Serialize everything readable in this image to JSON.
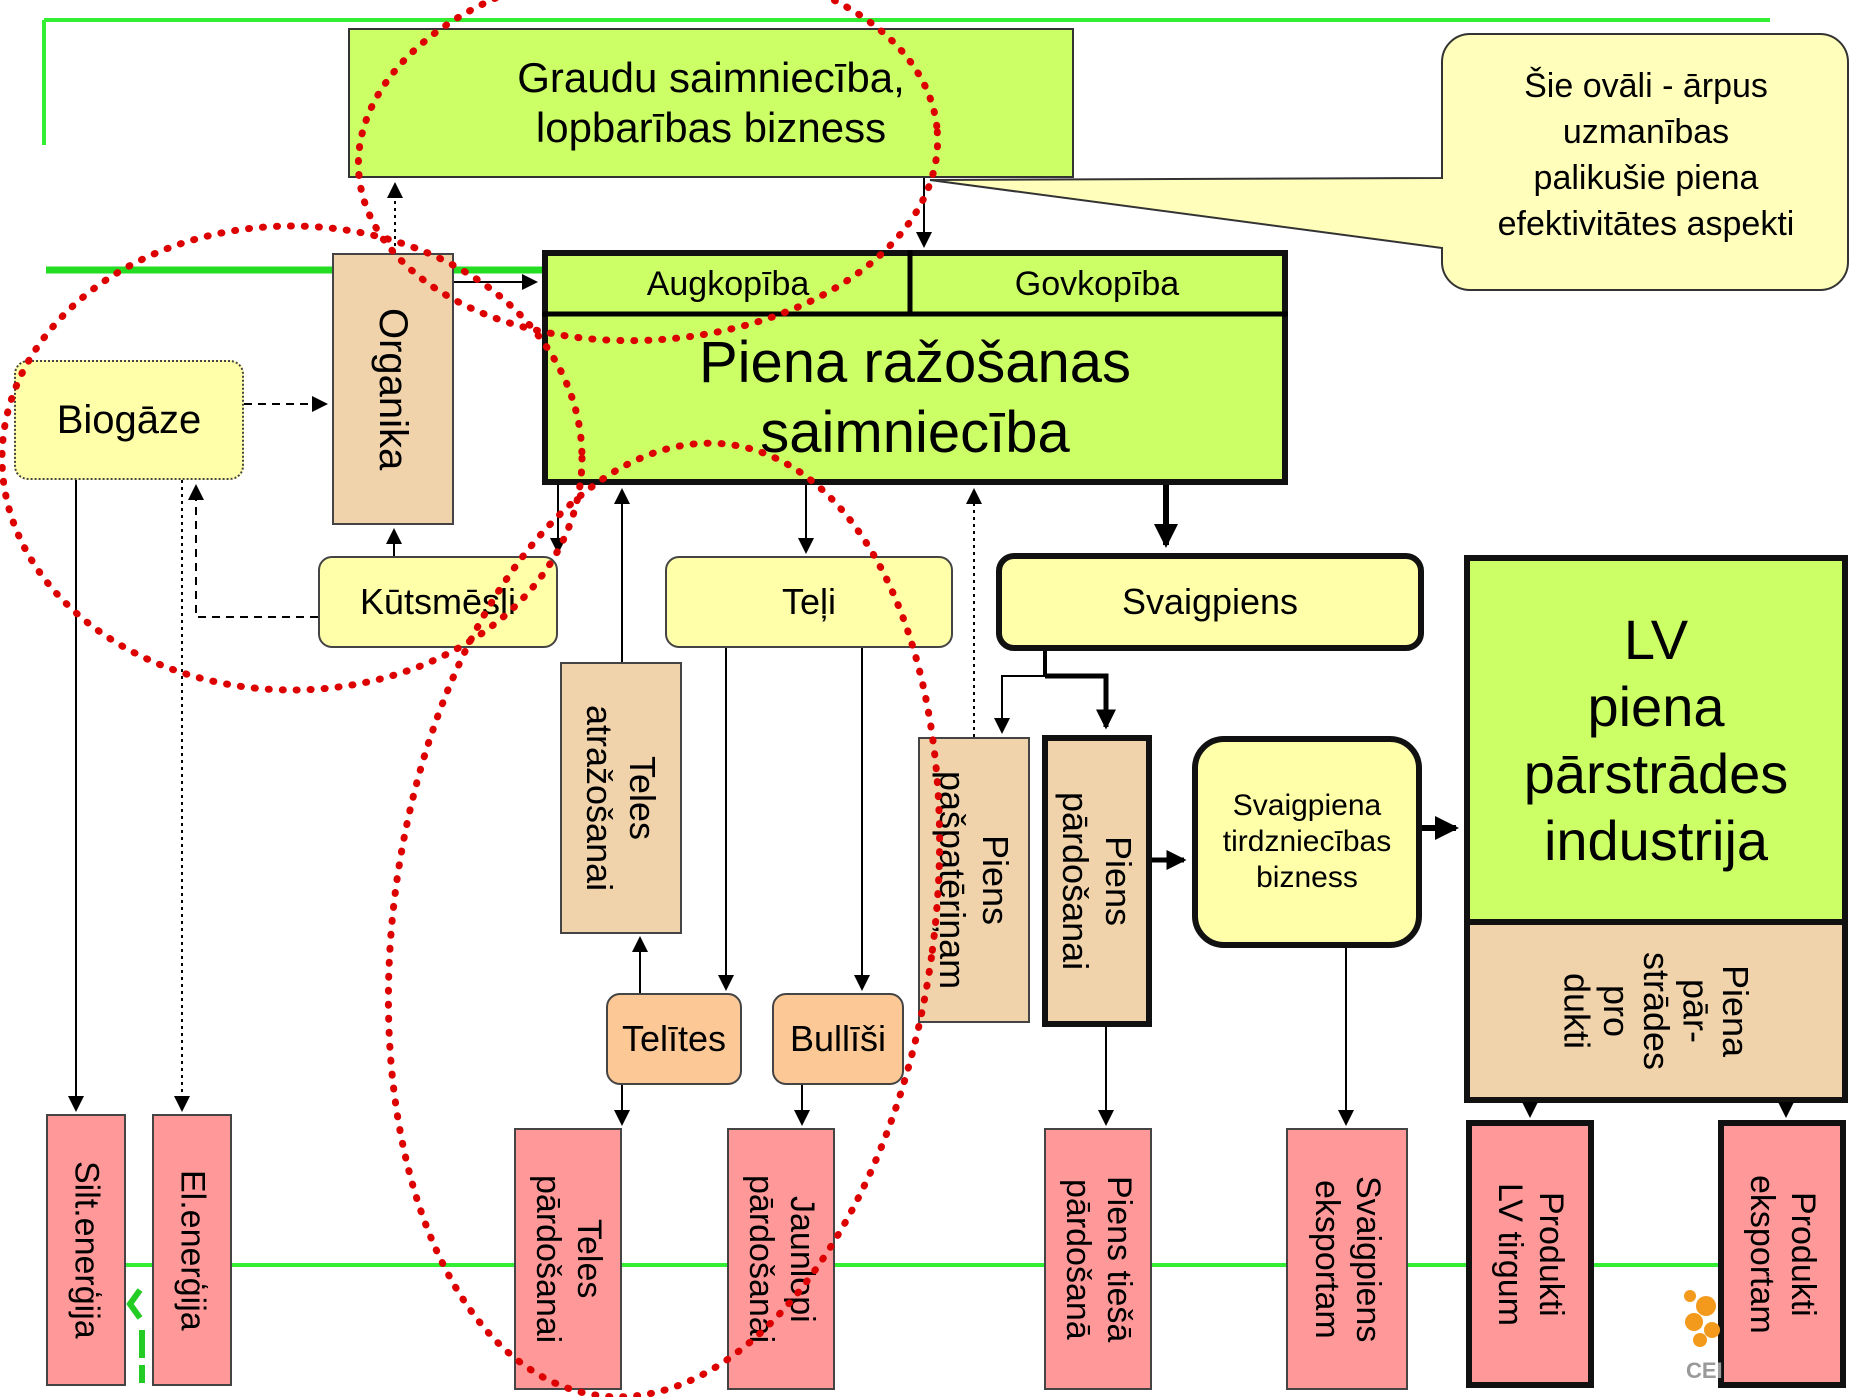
{
  "nodes": {
    "graudu": "Graudu saimniecība,\nlopbarības bizness",
    "augkopiba": "Augkopība",
    "govkopiba": "Govkopība",
    "piena_razosanas": "Piena ražošanas saimniecība",
    "organika": "Organika",
    "biogaze": "Biogāze",
    "kutsmesli": "Kūtsmēsli",
    "teli": "Teļi",
    "svaigpiens": "Svaigpiens",
    "lv_industrija": "LV\npiena\npārstrādes\nindustrija",
    "piena_parstrades_produkti": "Piena\npār-\nstrādes\npro\ndukti",
    "teles_atrazosanai": "Teles\natražošanai",
    "piens_pasp": "Piens\npašpatēriņam",
    "piens_pardosanai": "Piens\npārdošanai",
    "svaigpiena_tird": "Svaigpiena\ntirdzniecības\nbizness",
    "telites": "Telītes",
    "bullisi": "Bullīši",
    "silt": "Silt.enerģija",
    "el": "El.enerģija",
    "teles_pard": "Teles\npārdošanai",
    "jaunlopi": "Jaunlopi\npārdošanai",
    "piens_tiesa": "Piens tiešā\npārdošanā",
    "svaigp_eksp": "Svaigpiens\neksportam",
    "produkti_lv": "Produkti\nLV tirgum",
    "produkti_eksp": "Produkti\neksportam"
  },
  "callout": "Šie ovāli - ārpus\nuzmanības\npalikušie piena\nefektivitātes aspekti",
  "logo": "CEI",
  "colors": {
    "green_box": "#ccff66",
    "yellow_box": "#ffffaa",
    "tan_box": "#f0d3aa",
    "pink_box": "#ff9999",
    "orange_box": "#fcc896",
    "oval": "#dd0000",
    "slide_line": "#33ee33"
  }
}
